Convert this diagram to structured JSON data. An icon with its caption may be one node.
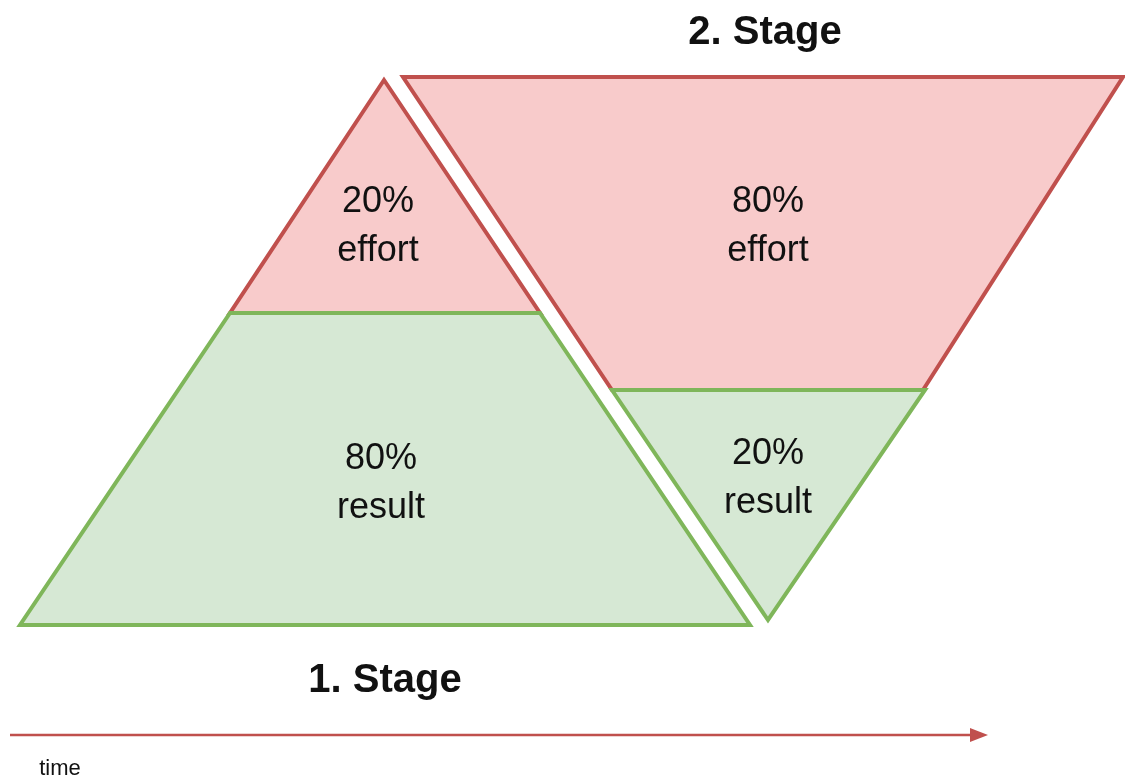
{
  "diagram": {
    "nodes": [
      {
        "text": [
          "20% effort"
        ]
      },
      {
        "text": [
          "80% result"
        ]
      },
      {
        "text": [
          "80% effort"
        ]
      },
      {
        "text": [
          "20% result"
        ]
      }
    ],
    "edges": [],
    "labels": [
      "2. Stage",
      "1. Stage",
      "time"
    ]
  }
}
